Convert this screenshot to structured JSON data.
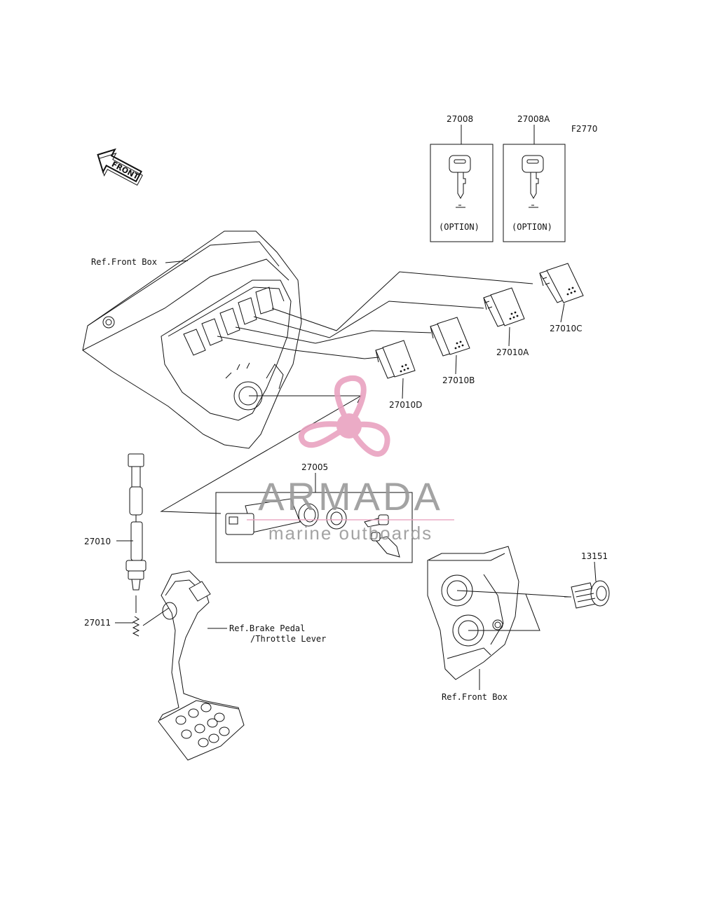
{
  "figure_code": "F2770",
  "front_arrow": "FRONT",
  "parts": {
    "p27008": "27008",
    "p27008A": "27008A",
    "p27010C": "27010C",
    "p27010A": "27010A",
    "p27010B": "27010B",
    "p27010D": "27010D",
    "p27005": "27005",
    "p27010": "27010",
    "p27011": "27011",
    "p13151": "13151"
  },
  "option_label": "(OPTION)",
  "refs": {
    "front_box_top": "Ref.Front Box",
    "brake_pedal": "Ref.Brake Pedal",
    "throttle_lever": "/Throttle Lever",
    "front_box_bottom": "Ref.Front Box"
  },
  "watermark": {
    "brand": "ARMADA",
    "tagline": "marine outboards",
    "color": "#e9a3c0"
  }
}
